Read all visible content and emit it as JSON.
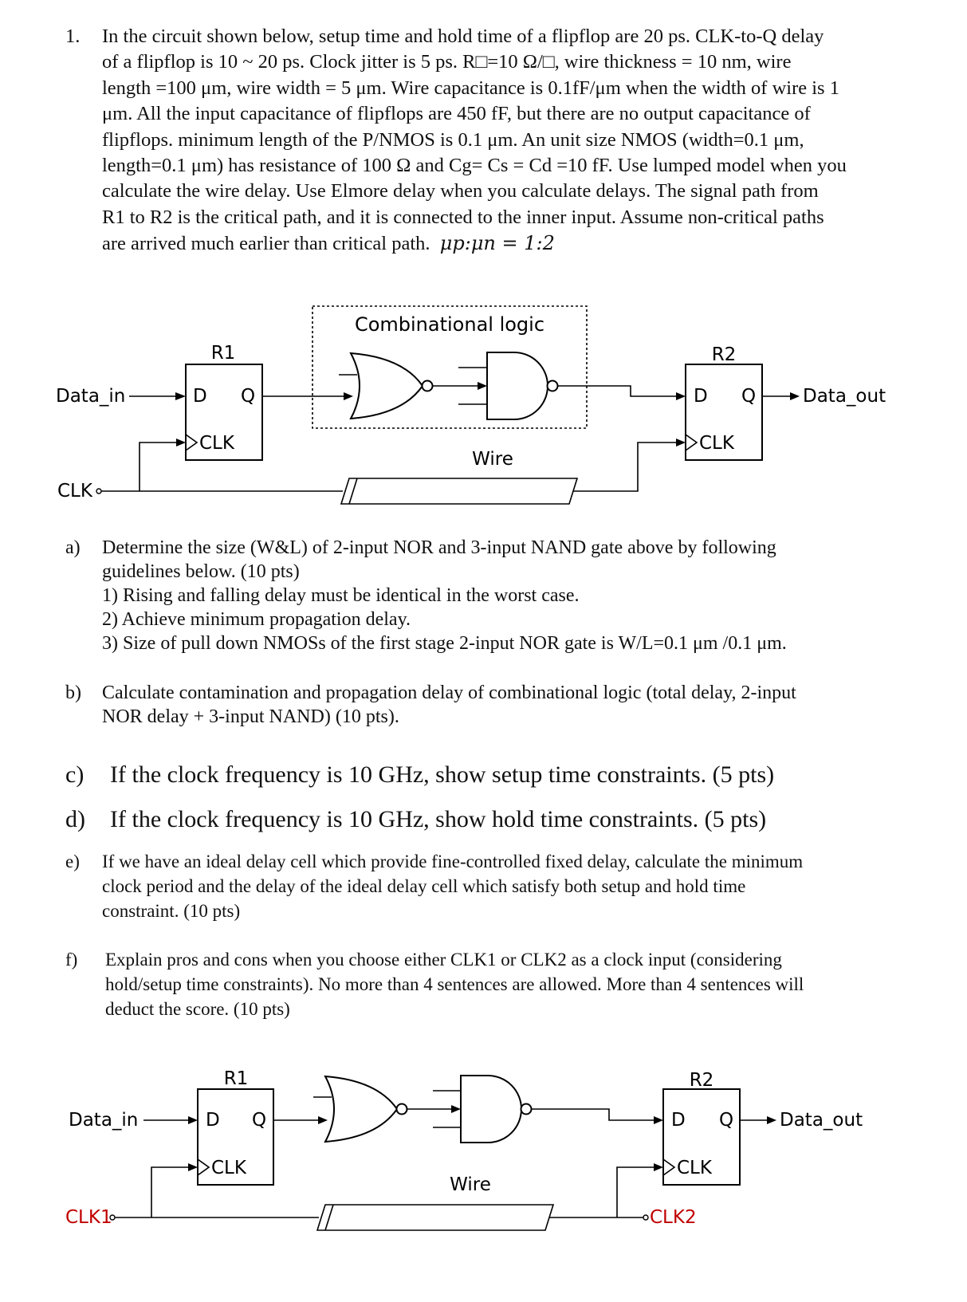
{
  "problem": {
    "number": "1.",
    "lines": [
      "In the circuit shown below, setup time and hold time of a flipflop are 20 ps. CLK-to-Q delay",
      "of a flipflop is 10 ~ 20 ps. Clock jitter is 5 ps. R□=10 Ω/□, wire thickness = 10 nm, wire",
      "length =100 μm, wire width = 5 μm. Wire capacitance is 0.1fF/μm when the width of wire is 1",
      "μm. All the input capacitance of flipflops are 450 fF, but there are no output capacitance of",
      "flipflops. minimum length of the P/NMOS is 0.1 μm. An unit size NMOS (width=0.1 μm,",
      "length=0.1 μm) has resistance of 100 Ω and Cg= Cs = Cd =10 fF. Use lumped model when you",
      "calculate the wire delay. Use Elmore delay when you calculate delays. The signal path from",
      "R1 to R2 is the critical path, and it is connected to the inner input. Assume non-critical paths",
      "are arrived much earlier than critical path."
    ],
    "mobility_ratio": "μp:μn = 1:2"
  },
  "diagram1": {
    "comb_label": "Combinational logic",
    "r1_label": "R1",
    "r2_label": "R2",
    "d": "D",
    "q": "Q",
    "clk": "CLK",
    "data_in": "Data_in",
    "data_out": "Data_out",
    "clk_in": "CLK",
    "wire": "Wire"
  },
  "part_a": {
    "label": "a)",
    "lines": [
      "Determine the size (W&L) of 2-input NOR and 3-input NAND gate above by following",
      "guidelines below. (10 pts)",
      "1) Rising and falling delay must be identical in the worst case.",
      "2) Achieve minimum propagation delay.",
      "3) Size of pull down NMOSs of the first stage 2-input NOR gate is W/L=0.1 μm /0.1 μm."
    ]
  },
  "part_b": {
    "label": "b)",
    "lines": [
      "Calculate contamination and propagation delay of combinational logic (total delay, 2-input",
      "NOR delay + 3-input NAND) (10 pts)."
    ]
  },
  "part_c": {
    "label": "c)",
    "text": "If the clock frequency is 10 GHz, show setup time constraints. (5 pts)"
  },
  "part_d": {
    "label": "d)",
    "text": "If the clock frequency is 10 GHz, show hold time constraints. (5 pts)"
  },
  "part_e": {
    "label": "e)",
    "lines": [
      "If we have an ideal delay cell which provide fine-controlled fixed delay, calculate the minimum",
      "clock period and the delay of the ideal delay cell which satisfy both setup and hold time",
      "constraint. (10 pts)"
    ]
  },
  "part_f": {
    "label": "f)",
    "lines": [
      "Explain pros and cons when you choose either CLK1 or CLK2 as a clock input (considering",
      "hold/setup time constraints). No more than 4 sentences are allowed. More than 4 sentences will",
      "deduct the score. (10 pts)"
    ]
  },
  "diagram2": {
    "r1_label": "R1",
    "r2_label": "R2",
    "d": "D",
    "q": "Q",
    "clk": "CLK",
    "data_in": "Data_in",
    "data_out": "Data_out",
    "clk1": "CLK1",
    "clk2": "CLK2",
    "wire": "Wire",
    "clk_label_color": "#c00000"
  }
}
